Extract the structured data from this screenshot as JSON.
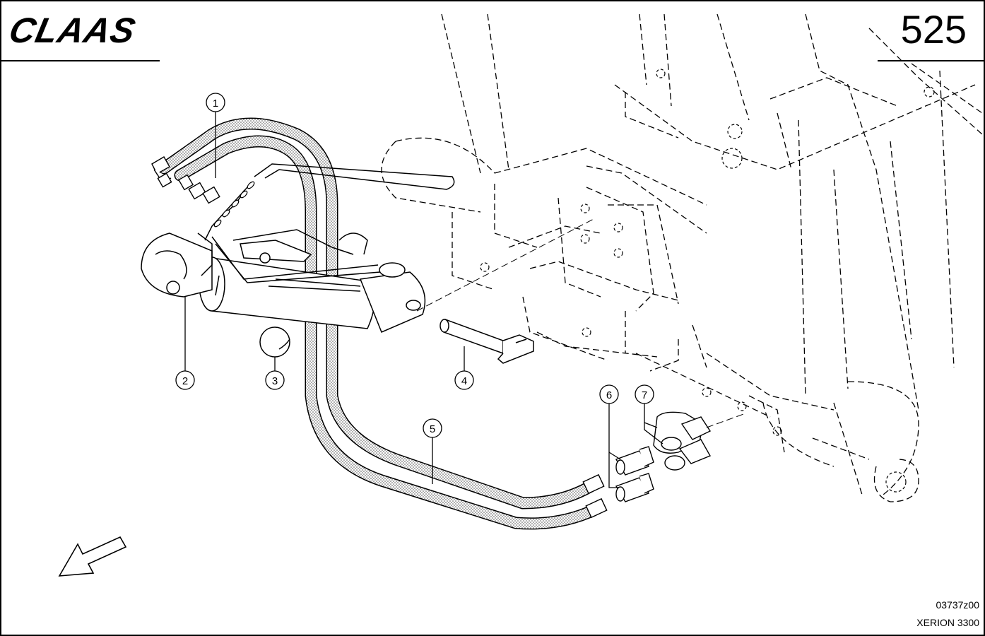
{
  "brand": {
    "name": "CLAAS"
  },
  "page_number": "525",
  "drawing_id": "03737z00",
  "model": "XERION 3300",
  "callouts": [
    "1",
    "2",
    "3",
    "4",
    "5",
    "6",
    "7"
  ]
}
